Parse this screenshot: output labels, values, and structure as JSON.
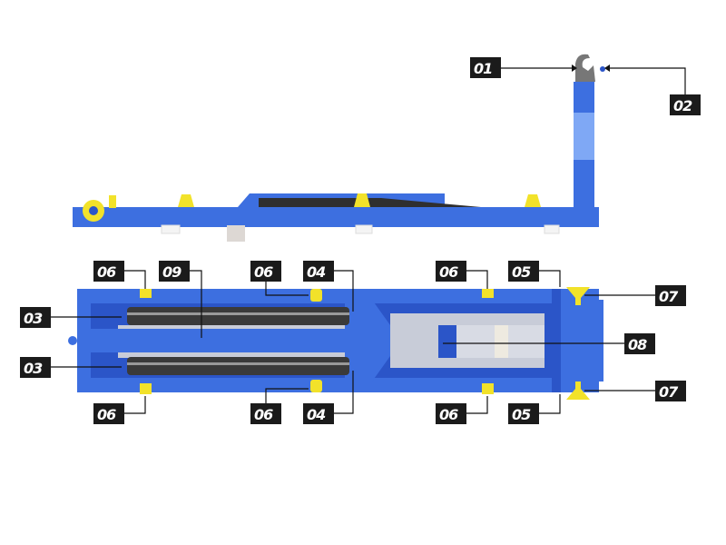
{
  "colors": {
    "frame": "#3d6fe0",
    "frame_dark": "#2b55c8",
    "frame_light": "#7fa8f5",
    "lug": "#f2e22a",
    "hook": "#777777",
    "cylinder": "#3a3a3a",
    "label_bg": "#1b1b1b"
  },
  "callouts": {
    "c01": "01",
    "c02": "02",
    "c03a": "03",
    "c03b": "03",
    "c04a": "04",
    "c04b": "04",
    "c05a": "05",
    "c05b": "05",
    "c06a": "06",
    "c06b": "06",
    "c06c": "06",
    "c06d": "06",
    "c06e": "06",
    "c06f": "06",
    "c07a": "07",
    "c07b": "07",
    "c08": "08",
    "c09": "09"
  }
}
